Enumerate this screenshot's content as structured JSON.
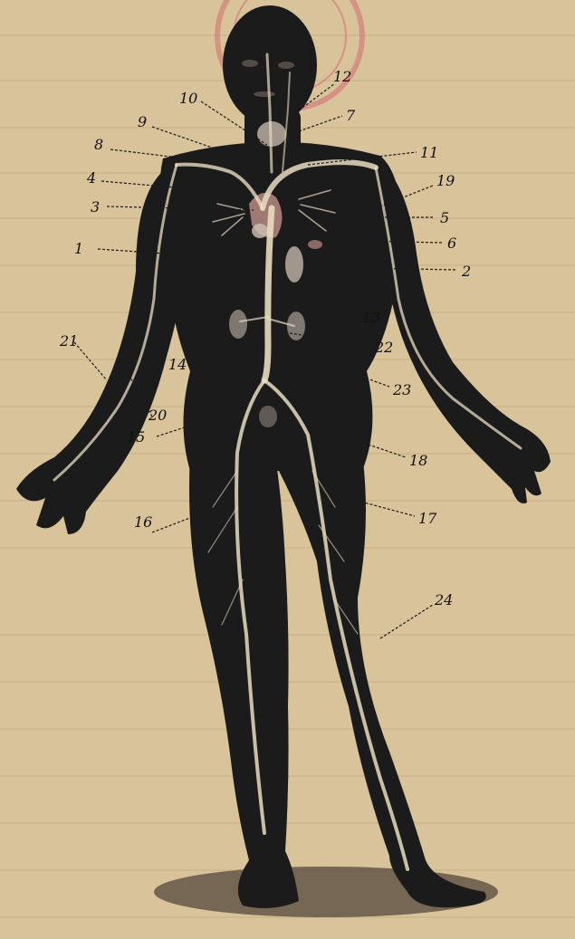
{
  "figure": {
    "callouts": [
      "1",
      "2",
      "3",
      "4",
      "5",
      "6",
      "7",
      "8",
      "9",
      "10",
      "11",
      "12",
      "13",
      "14",
      "15",
      "16",
      "17",
      "18",
      "19",
      "20",
      "21",
      "22",
      "23",
      "24"
    ],
    "colors": {
      "paper": "#d9c39a",
      "body": "#1c1b1b",
      "vessels": "#e8dcc0",
      "organs": "#cfc2b4",
      "heart": "#b98a84",
      "stamp": "#d26b73",
      "ink": "#111111"
    }
  }
}
